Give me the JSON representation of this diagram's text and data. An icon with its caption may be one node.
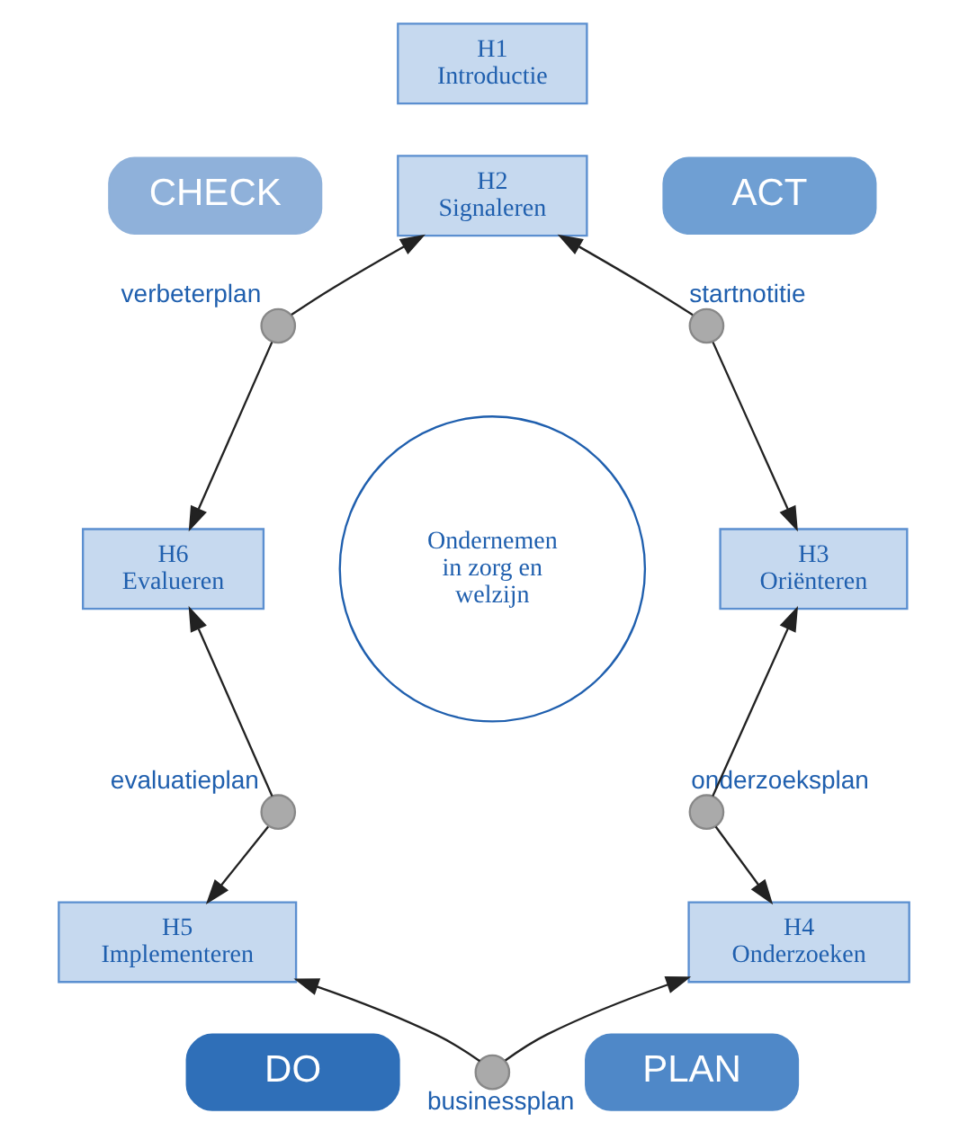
{
  "diagram": {
    "nodes": [
      {
        "text": [
          "H1",
          "Introductie"
        ]
      },
      {
        "text": [
          "CHECK"
        ]
      },
      {
        "text": [
          "ACT"
        ]
      },
      {
        "text": [
          "DO"
        ]
      },
      {
        "text": [
          "PLAN"
        ]
      },
      {
        "text": [
          "H2",
          "Signaleren"
        ]
      },
      {
        "text": [],
        "shape": "circle",
        "beside": [
          "verbeterplan"
        ]
      },
      {
        "text": [],
        "shape": "circle",
        "beside": [
          "startnotitie"
        ]
      },
      {
        "text": [
          "H6",
          "Evalueren"
        ]
      },
      {
        "text": [
          "Ondernemen in zorg en welzijn"
        ]
      },
      {
        "text": [
          "H3",
          "Oriënteren"
        ]
      },
      {
        "text": [],
        "shape": "circle",
        "beside": [
          "evaluatieplan"
        ]
      },
      {
        "text": [],
        "shape": "circle",
        "beside": [
          "onderzoeksplan"
        ]
      },
      {
        "text": [
          "H5",
          "Implementeren"
        ]
      },
      {
        "text": [
          "H4",
          "Onderzoeken"
        ]
      },
      {
        "text": [],
        "shape": "circle",
        "beside": [
          "businessplan"
        ]
      }
    ],
    "edges": [
      {
        "from": 6,
        "to": 5,
        "arrow": "to"
      },
      {
        "from": 6,
        "to": 8,
        "arrow": "to"
      },
      {
        "from": 7,
        "to": 5,
        "arrow": "to"
      },
      {
        "from": 7,
        "to": 10,
        "arrow": "to"
      },
      {
        "from": 12,
        "to": 10,
        "arrow": "to"
      },
      {
        "from": 12,
        "to": 14,
        "arrow": "to"
      },
      {
        "from": 15,
        "to": 14,
        "arrow": "to"
      },
      {
        "from": 15,
        "to": 13,
        "arrow": "to"
      },
      {
        "from": 11,
        "to": 13,
        "arrow": "to"
      },
      {
        "from": 11,
        "to": 8,
        "arrow": "to"
      }
    ]
  }
}
